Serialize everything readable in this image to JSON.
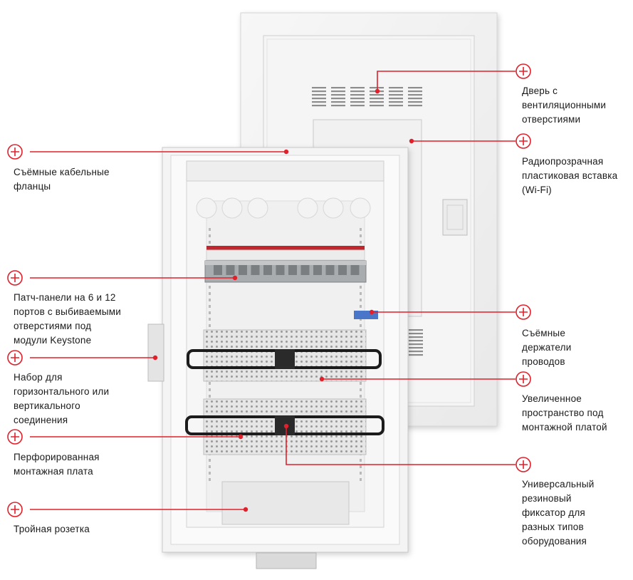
{
  "colors": {
    "accent": "#e0202a",
    "text": "#1a1a1a",
    "panel": "#f4f4f4",
    "cover": "#f2f2f2"
  },
  "callouts_left": [
    {
      "id": "cable-flanges",
      "lines": [
        "Съёмные кабельные",
        "фланцы"
      ]
    },
    {
      "id": "patch-panels",
      "lines": [
        "Патч-панели на 6 и 12",
        "портов с выбиваемыми",
        "отверстиями под",
        "модули Keystone"
      ]
    },
    {
      "id": "mount-kit",
      "lines": [
        "Набор для",
        "горизонтального или",
        "вертикального",
        "соединения"
      ]
    },
    {
      "id": "perforated-plate",
      "lines": [
        "Перфорированная",
        "монтажная плата"
      ]
    },
    {
      "id": "triple-socket",
      "lines": [
        "Тройная розетка"
      ]
    }
  ],
  "callouts_right": [
    {
      "id": "vent-door",
      "lines": [
        "Дверь с",
        "вентиляционными",
        "отверстиями"
      ]
    },
    {
      "id": "radio-insert",
      "lines": [
        "Радиопрозрачная",
        "пластиковая вставка",
        "(Wi-Fi)"
      ]
    },
    {
      "id": "wire-holders",
      "lines": [
        "Съёмные",
        "держатели",
        "проводов"
      ]
    },
    {
      "id": "extra-space",
      "lines": [
        "Увеличенное",
        "пространство под",
        "монтажной платой"
      ]
    },
    {
      "id": "rubber-fixer",
      "lines": [
        "Универсальный",
        "резиновый",
        "фиксатор для",
        "разных типов",
        "оборудования"
      ]
    }
  ],
  "icons": {
    "callout_marker": "plus-circle-icon"
  }
}
